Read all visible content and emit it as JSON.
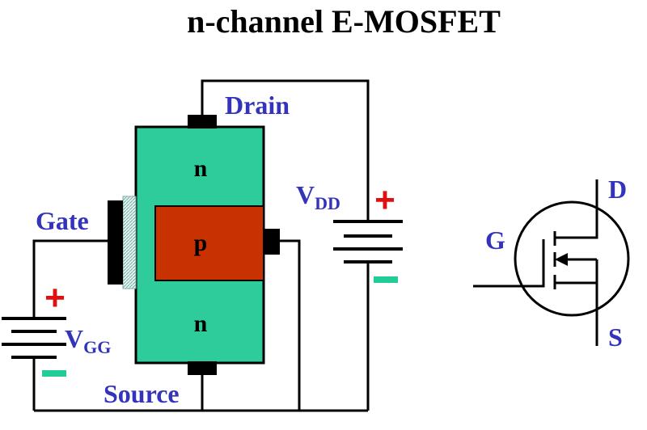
{
  "diagram": {
    "title": "n-channel E-MOSFET",
    "terminals": {
      "drain": "Drain",
      "gate": "Gate",
      "source": "Source"
    },
    "regions": {
      "top": "n",
      "middle": "p",
      "bottom": "n"
    },
    "supplies": {
      "vdd": {
        "main": "V",
        "sub": "DD",
        "plus": "+"
      },
      "vgg": {
        "main": "V",
        "sub": "GG",
        "plus": "+"
      }
    },
    "symbol": {
      "drain": "D",
      "gate": "G",
      "source": "S"
    },
    "colors": {
      "substrate": "#2ecc9a",
      "p_region": "#c83200",
      "label_blue": "#3333bb",
      "plus_red": "#dd1111",
      "minus_green": "#22cc99",
      "contact": "#000000"
    }
  }
}
